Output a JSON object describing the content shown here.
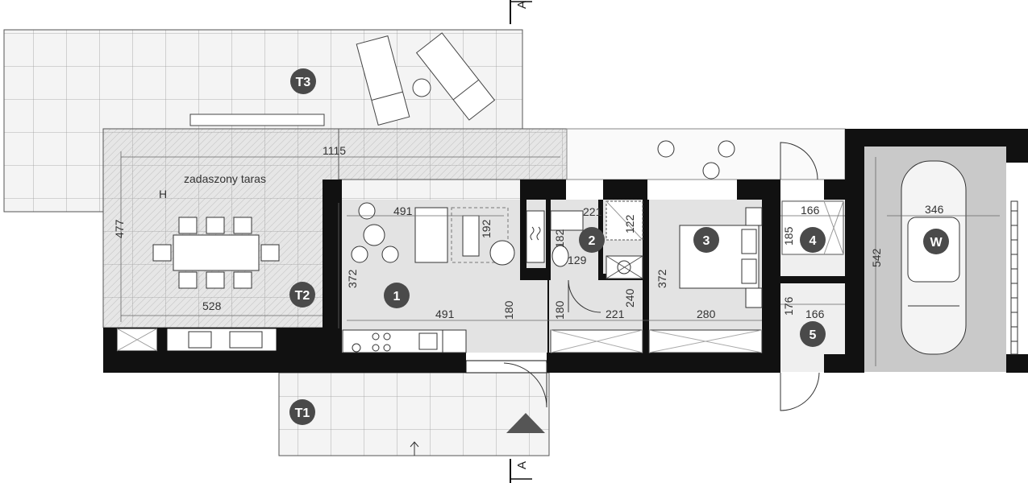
{
  "labels": {
    "covered_terrace": "zadaszony taras",
    "marker_h": "H",
    "section_top": "A",
    "section_bottom": "A"
  },
  "badges": {
    "t1": "T1",
    "t2": "T2",
    "t3": "T3",
    "r1": "1",
    "r2": "2",
    "r3": "3",
    "r4": "4",
    "r5": "5",
    "w": "W"
  },
  "dimensions": {
    "terrace_width": "1115",
    "terrace_depth": "477",
    "terrace_inner": "528",
    "living_top": "491",
    "living_bottom": "491",
    "living_depth": "372",
    "island": "192",
    "kitchen_180a": "180",
    "kitchen_180b": "180",
    "bath_top": "221",
    "bath_bottom": "221",
    "bath_182": "182",
    "bath_129": "129",
    "bath_240": "240",
    "shower_122": "122",
    "bed_depth": "372",
    "bed_width": "280",
    "r4_width": "166",
    "r4_depth": "185",
    "r5_width": "166",
    "r5_depth": "176",
    "garage_width": "346",
    "garage_depth": "542"
  },
  "colors": {
    "wall": "#111111",
    "badge": "#4a4a4a",
    "floor": "#e3e3e3",
    "garage": "#c9c9c9",
    "terrace_hatch": "#d9d9d9"
  }
}
